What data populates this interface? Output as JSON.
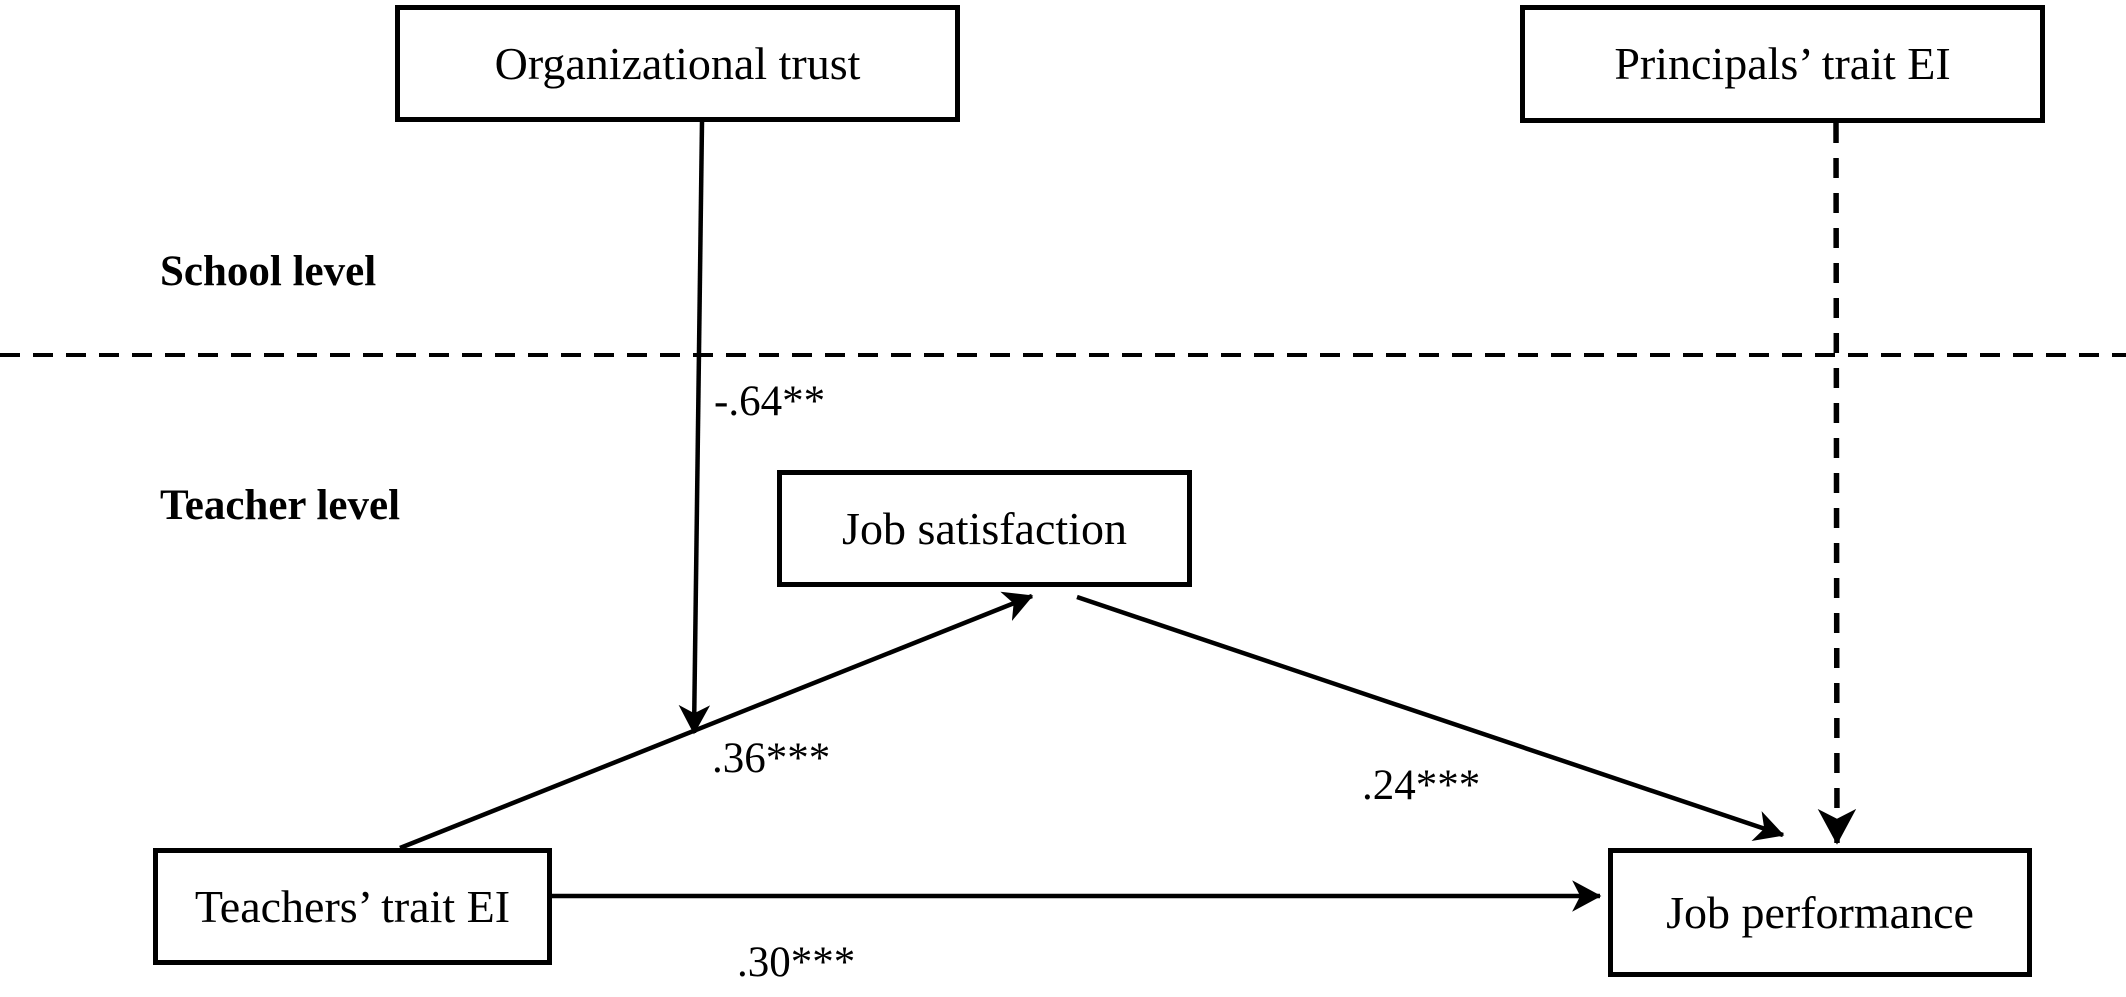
{
  "diagram": {
    "title_hint": "Multilevel mediation path model",
    "colors": {
      "line": "#000000",
      "background": "#ffffff"
    },
    "levels": {
      "school": "School level",
      "teacher": "Teacher level"
    },
    "boxes": {
      "organizational_trust": {
        "label": "Organizational trust"
      },
      "principals_trait_ei": {
        "label": "Principals’ trait EI"
      },
      "job_satisfaction": {
        "label": "Job satisfaction"
      },
      "teachers_trait_ei": {
        "label": "Teachers’ trait EI"
      },
      "job_performance": {
        "label": "Job performance"
      }
    },
    "coefficients": {
      "trust_to_satisfaction": "-.64**",
      "teachers_ei_to_satisfaction": ".36***",
      "satisfaction_to_performance": ".24***",
      "teachers_ei_to_performance": ".30***"
    },
    "edges": [
      {
        "from": "organizational_trust",
        "to": "job_satisfaction",
        "coefficient": "-.64**",
        "style": "solid"
      },
      {
        "from": "teachers_trait_ei",
        "to": "job_satisfaction",
        "coefficient": ".36***",
        "style": "solid"
      },
      {
        "from": "job_satisfaction",
        "to": "job_performance",
        "coefficient": ".24***",
        "style": "solid"
      },
      {
        "from": "teachers_trait_ei",
        "to": "job_performance",
        "coefficient": ".30***",
        "style": "solid"
      },
      {
        "from": "principals_trait_ei",
        "to": "job_performance",
        "coefficient": "",
        "style": "dashed"
      }
    ]
  }
}
